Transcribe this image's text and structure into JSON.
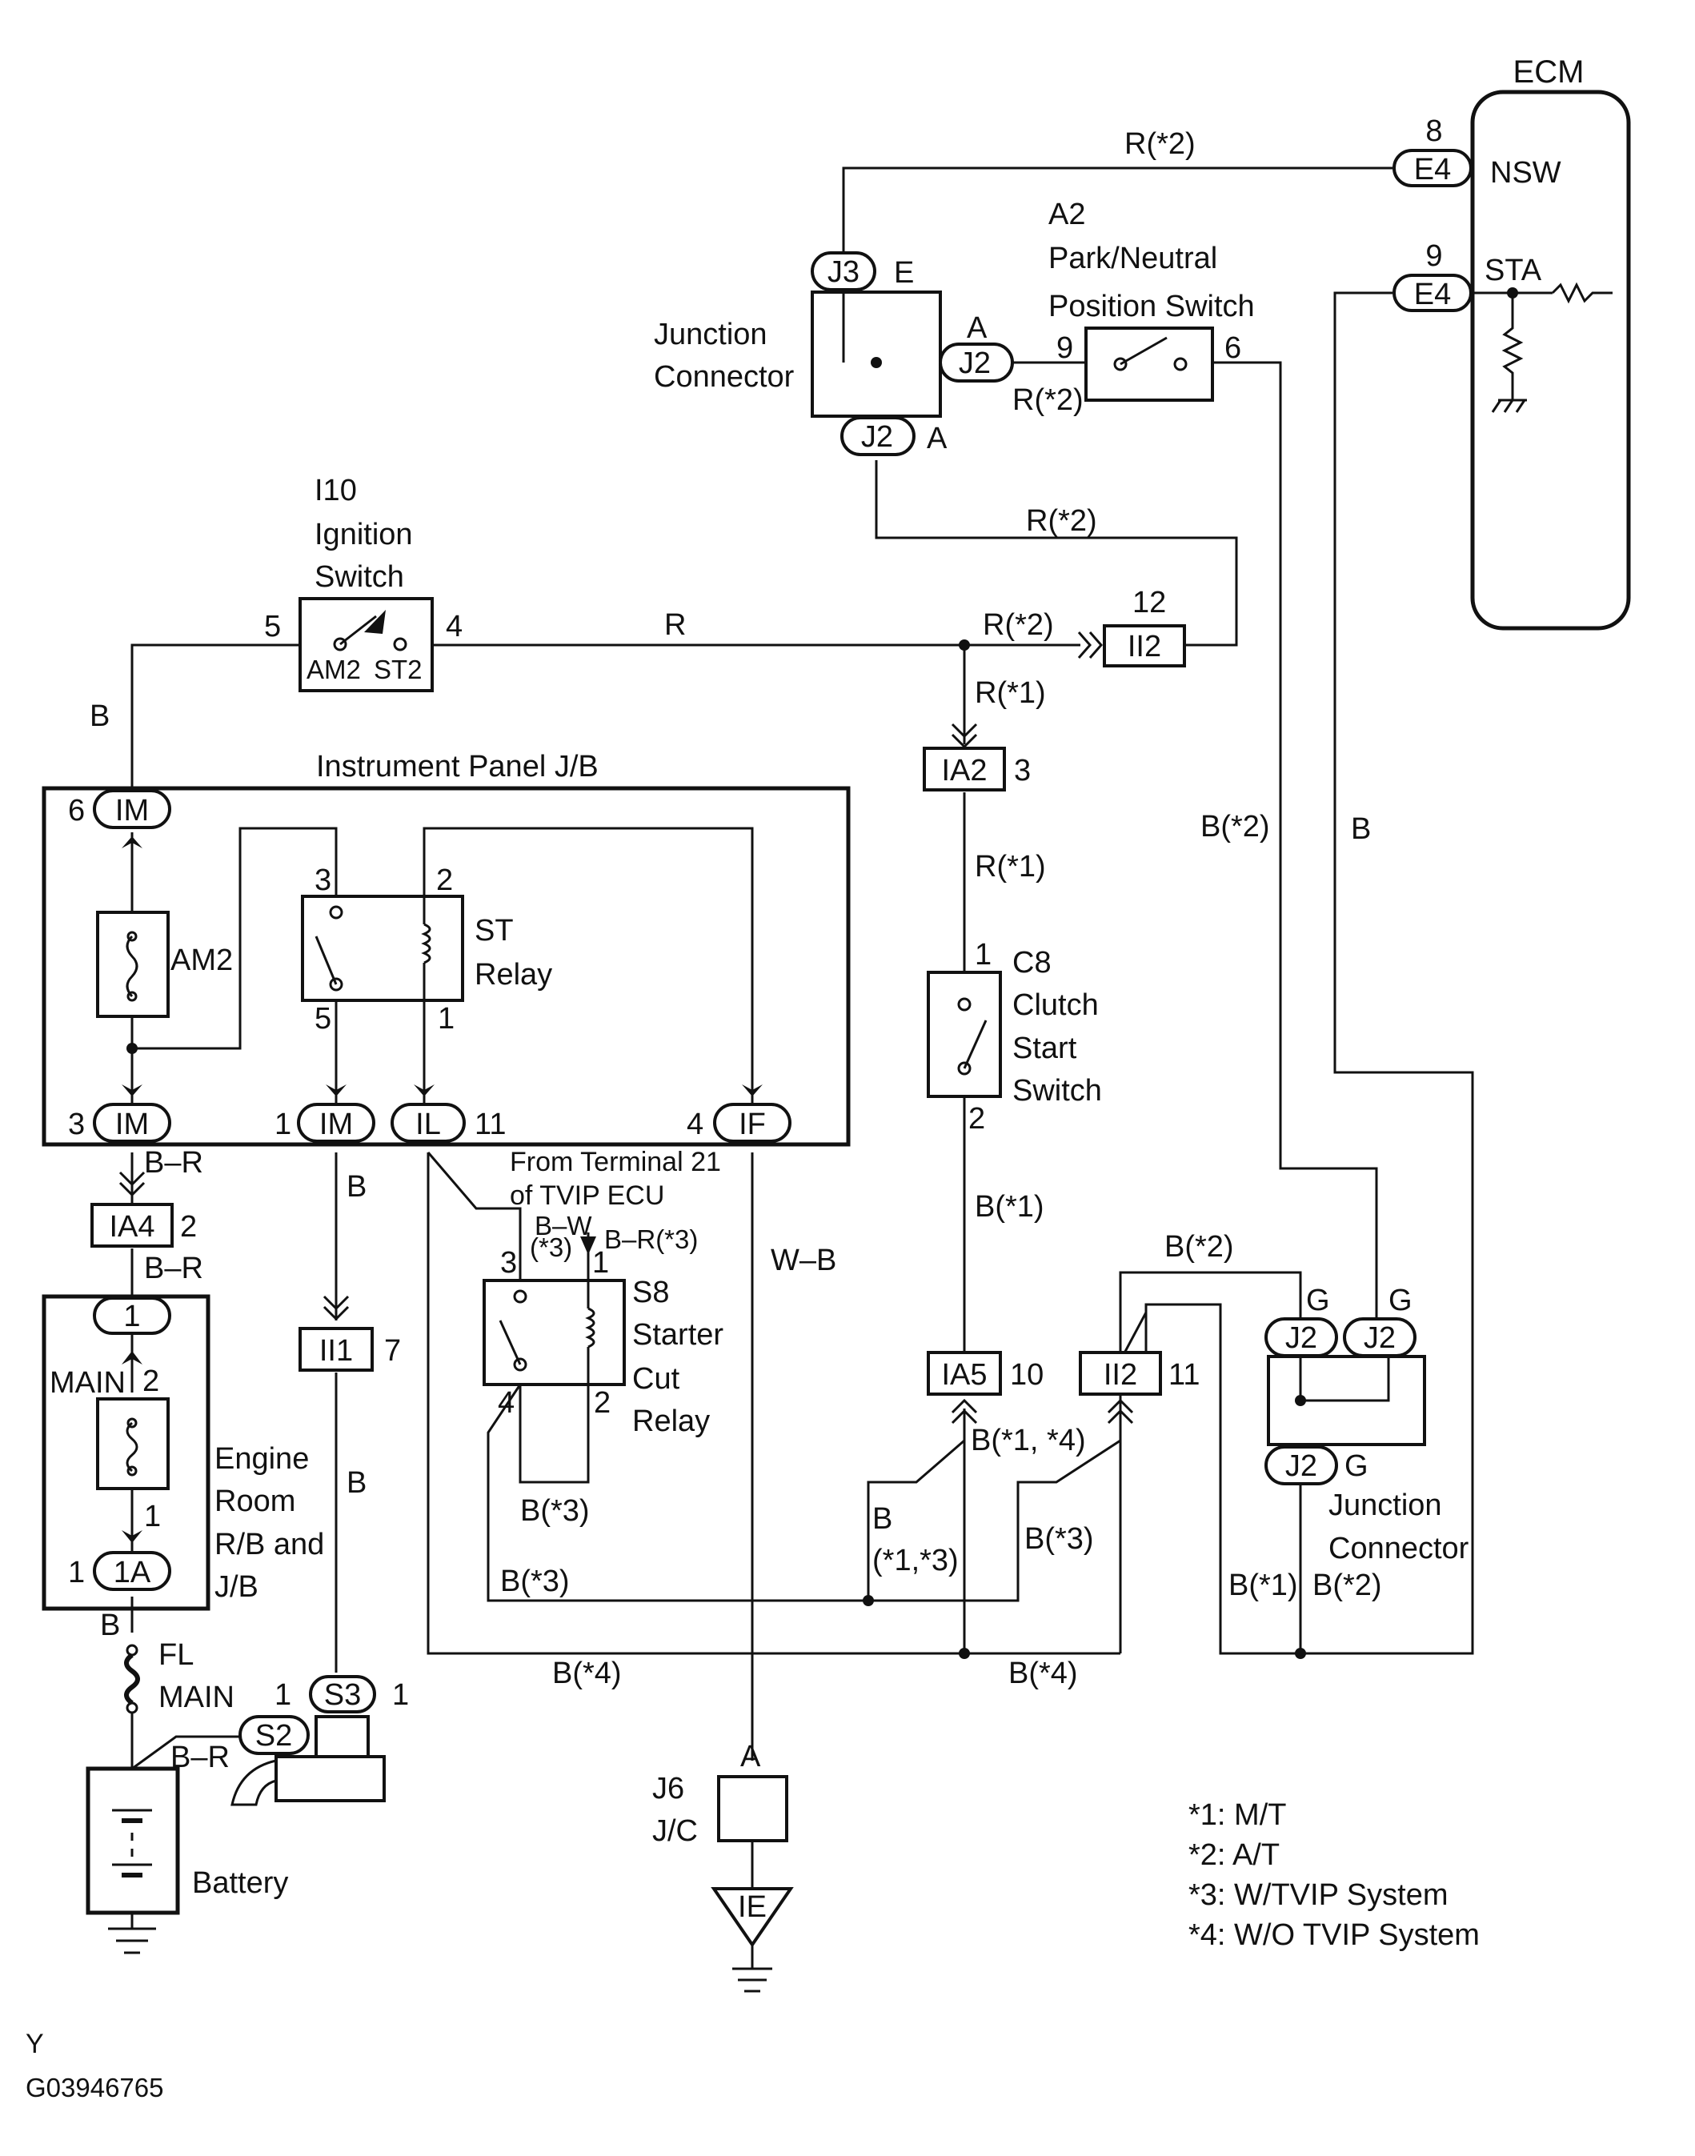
{
  "ecm": {
    "title": "ECM",
    "nsw": "NSW",
    "sta": "STA",
    "pin_nsw": "8",
    "pin_sta": "9",
    "conn": "E4"
  },
  "park_switch": {
    "id": "A2",
    "name_line1": "Park/Neutral",
    "name_line2": "Position Switch",
    "pin_in": "9",
    "pin_out": "6"
  },
  "junction_top": {
    "name_line1": "Junction",
    "name_line2": "Connector",
    "j3": "J3",
    "j3_pin": "E",
    "j2_right": "J2",
    "j2_right_pin": "A",
    "j2_bottom": "J2",
    "j2_bottom_pin": "A"
  },
  "ignition": {
    "id": "I10",
    "name_line1": "Ignition",
    "name_line2": "Switch",
    "pin_in": "5",
    "pin_out": "4",
    "am2": "AM2",
    "st2": "ST2"
  },
  "jb": {
    "title": "Instrument Panel J/B",
    "im_top": "IM",
    "im_top_pin": "6",
    "am2": "AM2",
    "st_relay_line1": "ST",
    "st_relay_line2": "Relay",
    "relay_pin3": "3",
    "relay_pin2": "2",
    "relay_pin5": "5",
    "relay_pin1": "1",
    "im_b1": "IM",
    "im_b1_pin": "3",
    "im_b2": "IM",
    "im_b2_pin": "1",
    "il": "IL",
    "il_pin": "11",
    "if": "IF",
    "if_pin": "4"
  },
  "wires": {
    "r2_top": "R(*2)",
    "r2_sw": "R(*2)",
    "r2_mid": "R(*2)",
    "r2_main": "R(*2)",
    "r_ign": "R",
    "b_left": "B",
    "r1_a": "R(*1)",
    "r1_b": "R(*1)",
    "b2_right": "B(*2)",
    "b_right": "B",
    "br_1": "B–R",
    "br_2": "B–R",
    "b_mid": "B",
    "b_low": "B",
    "b1": "B(*1)",
    "wb": "W–B",
    "bw": "B–W",
    "bw_sub": "(*3)",
    "br3": "B–R(*3)",
    "b3_a": "B(*3)",
    "b3_b": "B(*3)",
    "b3_c": "B(*3)",
    "b14": "B(*1, *4)",
    "b_13_line1": "B",
    "b_13_line2": "(*1,*3)",
    "b2_c": "B(*2)",
    "b4_a": "B(*4)",
    "b4_b": "B(*4)",
    "b1_r": "B(*1)",
    "b2_r": "B(*2)",
    "b_fl": "B",
    "br_batt": "B–R"
  },
  "connectors": {
    "ii2_top": "II2",
    "ii2_top_pin": "12",
    "ia2": "IA2",
    "ia2_pin": "3",
    "ia4": "IA4",
    "ia4_pin": "2",
    "ii1": "II1",
    "ii1_pin": "7",
    "ia5": "IA5",
    "ia5_pin": "10",
    "ii2_bot": "II2",
    "ii2_bot_pin": "11"
  },
  "clutch": {
    "id": "C8",
    "line1": "Clutch",
    "line2": "Start",
    "line3": "Switch",
    "pin1": "1",
    "pin2": "2"
  },
  "tvip_note": {
    "line1": "From Terminal 21",
    "line2": "of TVIP ECU"
  },
  "starter_cut": {
    "id": "S8",
    "line1": "Starter",
    "line2": "Cut",
    "line3": "Relay",
    "pin3": "3",
    "pin1": "1",
    "pin4": "4",
    "pin2": "2"
  },
  "engine_room": {
    "conn1": "1",
    "main": "MAIN",
    "main_pin": "2",
    "fuse_pin": "1",
    "conn_1a": "1A",
    "conn_1a_pin": "1",
    "line1": "Engine",
    "line2": "Room",
    "line3": "R/B and",
    "line4": "J/B"
  },
  "fl_main": {
    "line1": "FL",
    "line2": "MAIN"
  },
  "starter": {
    "s3": "S3",
    "s3_pin_l": "1",
    "s3_pin_r": "1",
    "s2": "S2"
  },
  "battery": {
    "label": "Battery"
  },
  "jc_j6": {
    "id": "J6",
    "name": "J/C",
    "pin": "A"
  },
  "ground_ie": "IE",
  "junction_bottom": {
    "j2a": "J2",
    "j2a_pin": "G",
    "j2b": "J2",
    "j2b_pin": "G",
    "j2c": "J2",
    "j2c_pin": "G",
    "line1": "Junction",
    "line2": "Connector"
  },
  "legend": [
    "*1: M/T",
    "*2: A/T",
    "*3: W/TVIP System",
    "*4: W/O TVIP System"
  ],
  "footer": {
    "corner": "Y",
    "code": "G03946765"
  }
}
